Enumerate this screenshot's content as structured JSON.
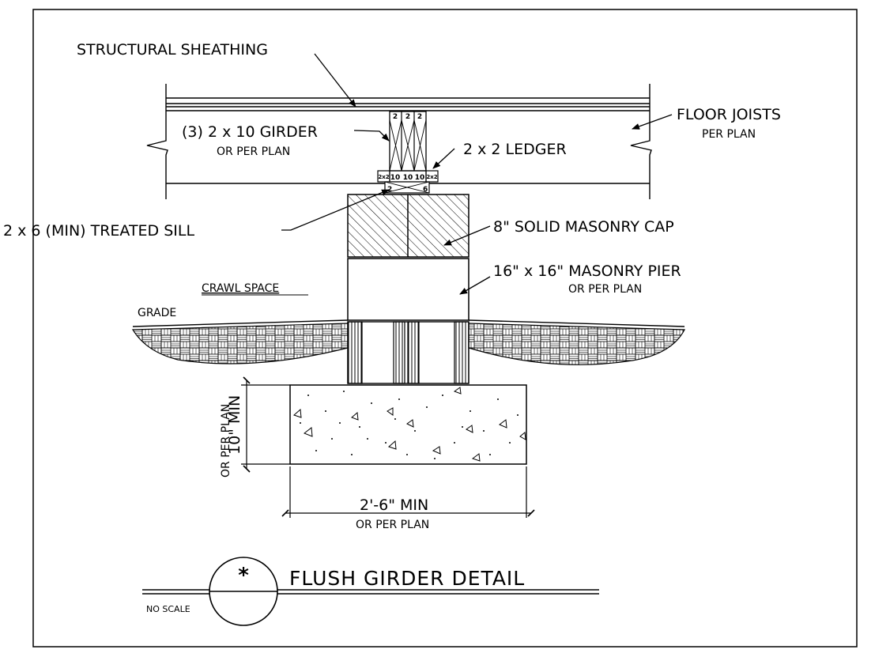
{
  "labels": {
    "structural_sheathing": "STRUCTURAL SHEATHING",
    "girder": "(3) 2 x 10 GIRDER",
    "girder_sub": "OR PER PLAN",
    "ledger": "2 x 2 LEDGER",
    "floor_joists": "FLOOR JOISTS",
    "floor_joists_sub": "PER PLAN",
    "sill": "2 x 6 (MIN) TREATED SILL",
    "masonry_cap": "8\" SOLID MASONRY CAP",
    "pier": "16\" x 16\" MASONRY PIER",
    "pier_sub": "OR PER PLAN",
    "crawl_space": "CRAWL SPACE",
    "grade": "GRADE",
    "footing_height": "10\" MIN",
    "footing_height_sub": "OR PER PLAN",
    "footing_width": "2'-6\" MIN",
    "footing_width_sub": "OR PER PLAN",
    "girder_piece": "2",
    "girder_piece_bottom": "10",
    "ledger_mark": "2x2",
    "sill_left": "2",
    "sill_right": "6"
  },
  "title_block": {
    "symbol": "*",
    "title": "FLUSH GIRDER DETAIL",
    "scale": "NO SCALE"
  }
}
